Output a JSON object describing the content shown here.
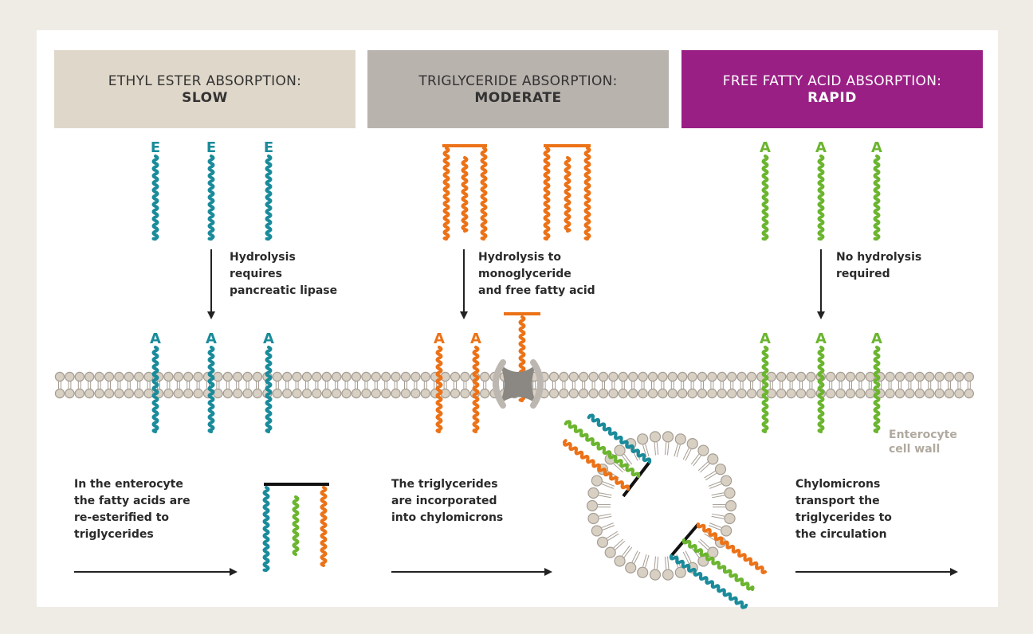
{
  "headers": [
    {
      "line1": "ETHYL ESTER ABSORPTION:",
      "line2": "SLOW"
    },
    {
      "line1": "TRIGLYCERIDE ABSORPTION:",
      "line2": "MODERATE"
    },
    {
      "line1": "FREE FATTY ACID ABSORPTION:",
      "line2": "RAPID"
    }
  ],
  "ester_letter": "E",
  "acid_letter": "A",
  "notes": {
    "hydrolysis_lipase": [
      "Hydrolysis",
      "requires",
      "pancreatic lipase"
    ],
    "hydrolysis_mono": [
      "Hydrolysis to",
      "monoglyceride",
      "and free fatty acid"
    ],
    "no_hydrolysis": [
      "No hydrolysis",
      "required"
    ],
    "reesterified": [
      "In the enterocyte",
      "the fatty acids are",
      "re-esterified to",
      "triglycerides"
    ],
    "incorporated": [
      "The triglycerides",
      "are incorporated",
      "into chylomicrons"
    ],
    "transport": [
      "Chylomicrons",
      "transport the",
      "triglycerides to",
      "the circulation"
    ]
  },
  "cell_wall_label": [
    "Enterocyte",
    "cell wall"
  ],
  "colors": {
    "teal": "#1a8b9b",
    "orange": "#ec7217",
    "green": "#6bb52f",
    "purple": "#9a1f85",
    "beige": "#dfd7c9",
    "taupe": "#b9b3ae",
    "bead": "#d8d0c3",
    "bead_stroke": "#a59d93"
  }
}
